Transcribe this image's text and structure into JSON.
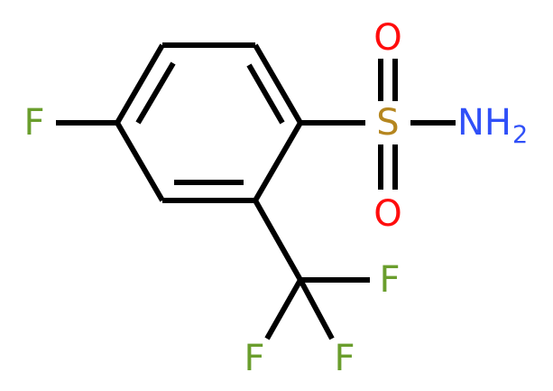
{
  "colors": {
    "bond": "#000000",
    "fluorine": "#6a9e2d",
    "oxygen": "#ff0d0d",
    "sulfur": "#b5861f",
    "nitrogen": "#3050f8"
  },
  "atoms": {
    "f_ring": "F",
    "s": "S",
    "o_top": "O",
    "o_bottom": "O",
    "n": "NH",
    "n_sub": "2",
    "f_cf3_right": "F",
    "f_cf3_left": "F",
    "f_cf3_bottom": "F"
  }
}
